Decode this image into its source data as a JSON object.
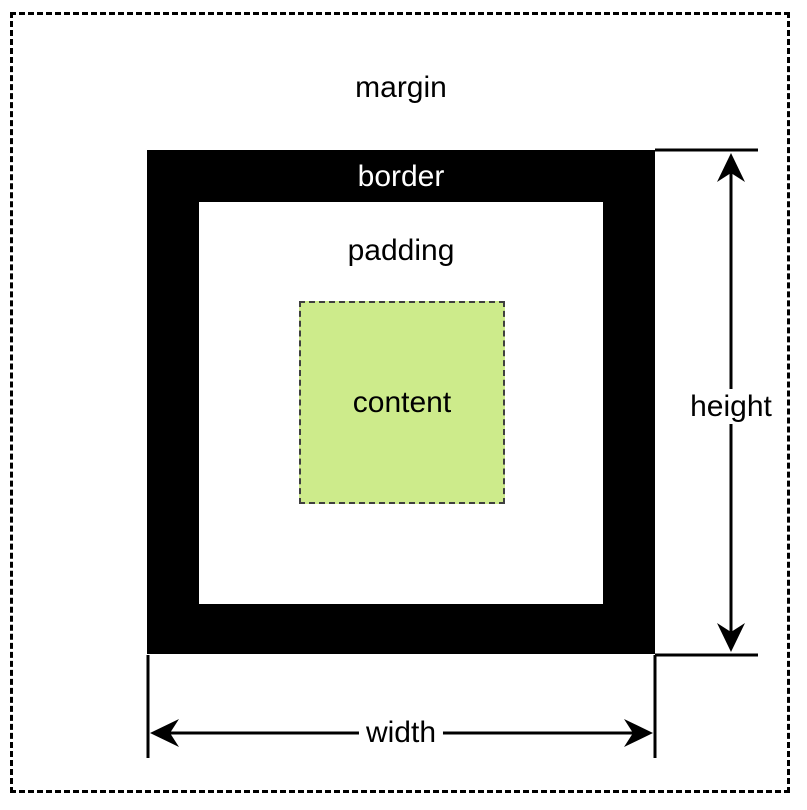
{
  "diagram": {
    "title": "css-box-model",
    "labels": {
      "margin": "margin",
      "border": "border",
      "padding": "padding",
      "content": "content",
      "height": "height",
      "width": "width"
    },
    "colors": {
      "background": "#ffffff",
      "line": "#000000",
      "border_fill": "#000000",
      "border_label_text": "#ffffff",
      "padding_fill": "#ffffff",
      "content_fill": "#cdeb8b",
      "content_border": "#3f3f3f",
      "text": "#000000"
    }
  }
}
